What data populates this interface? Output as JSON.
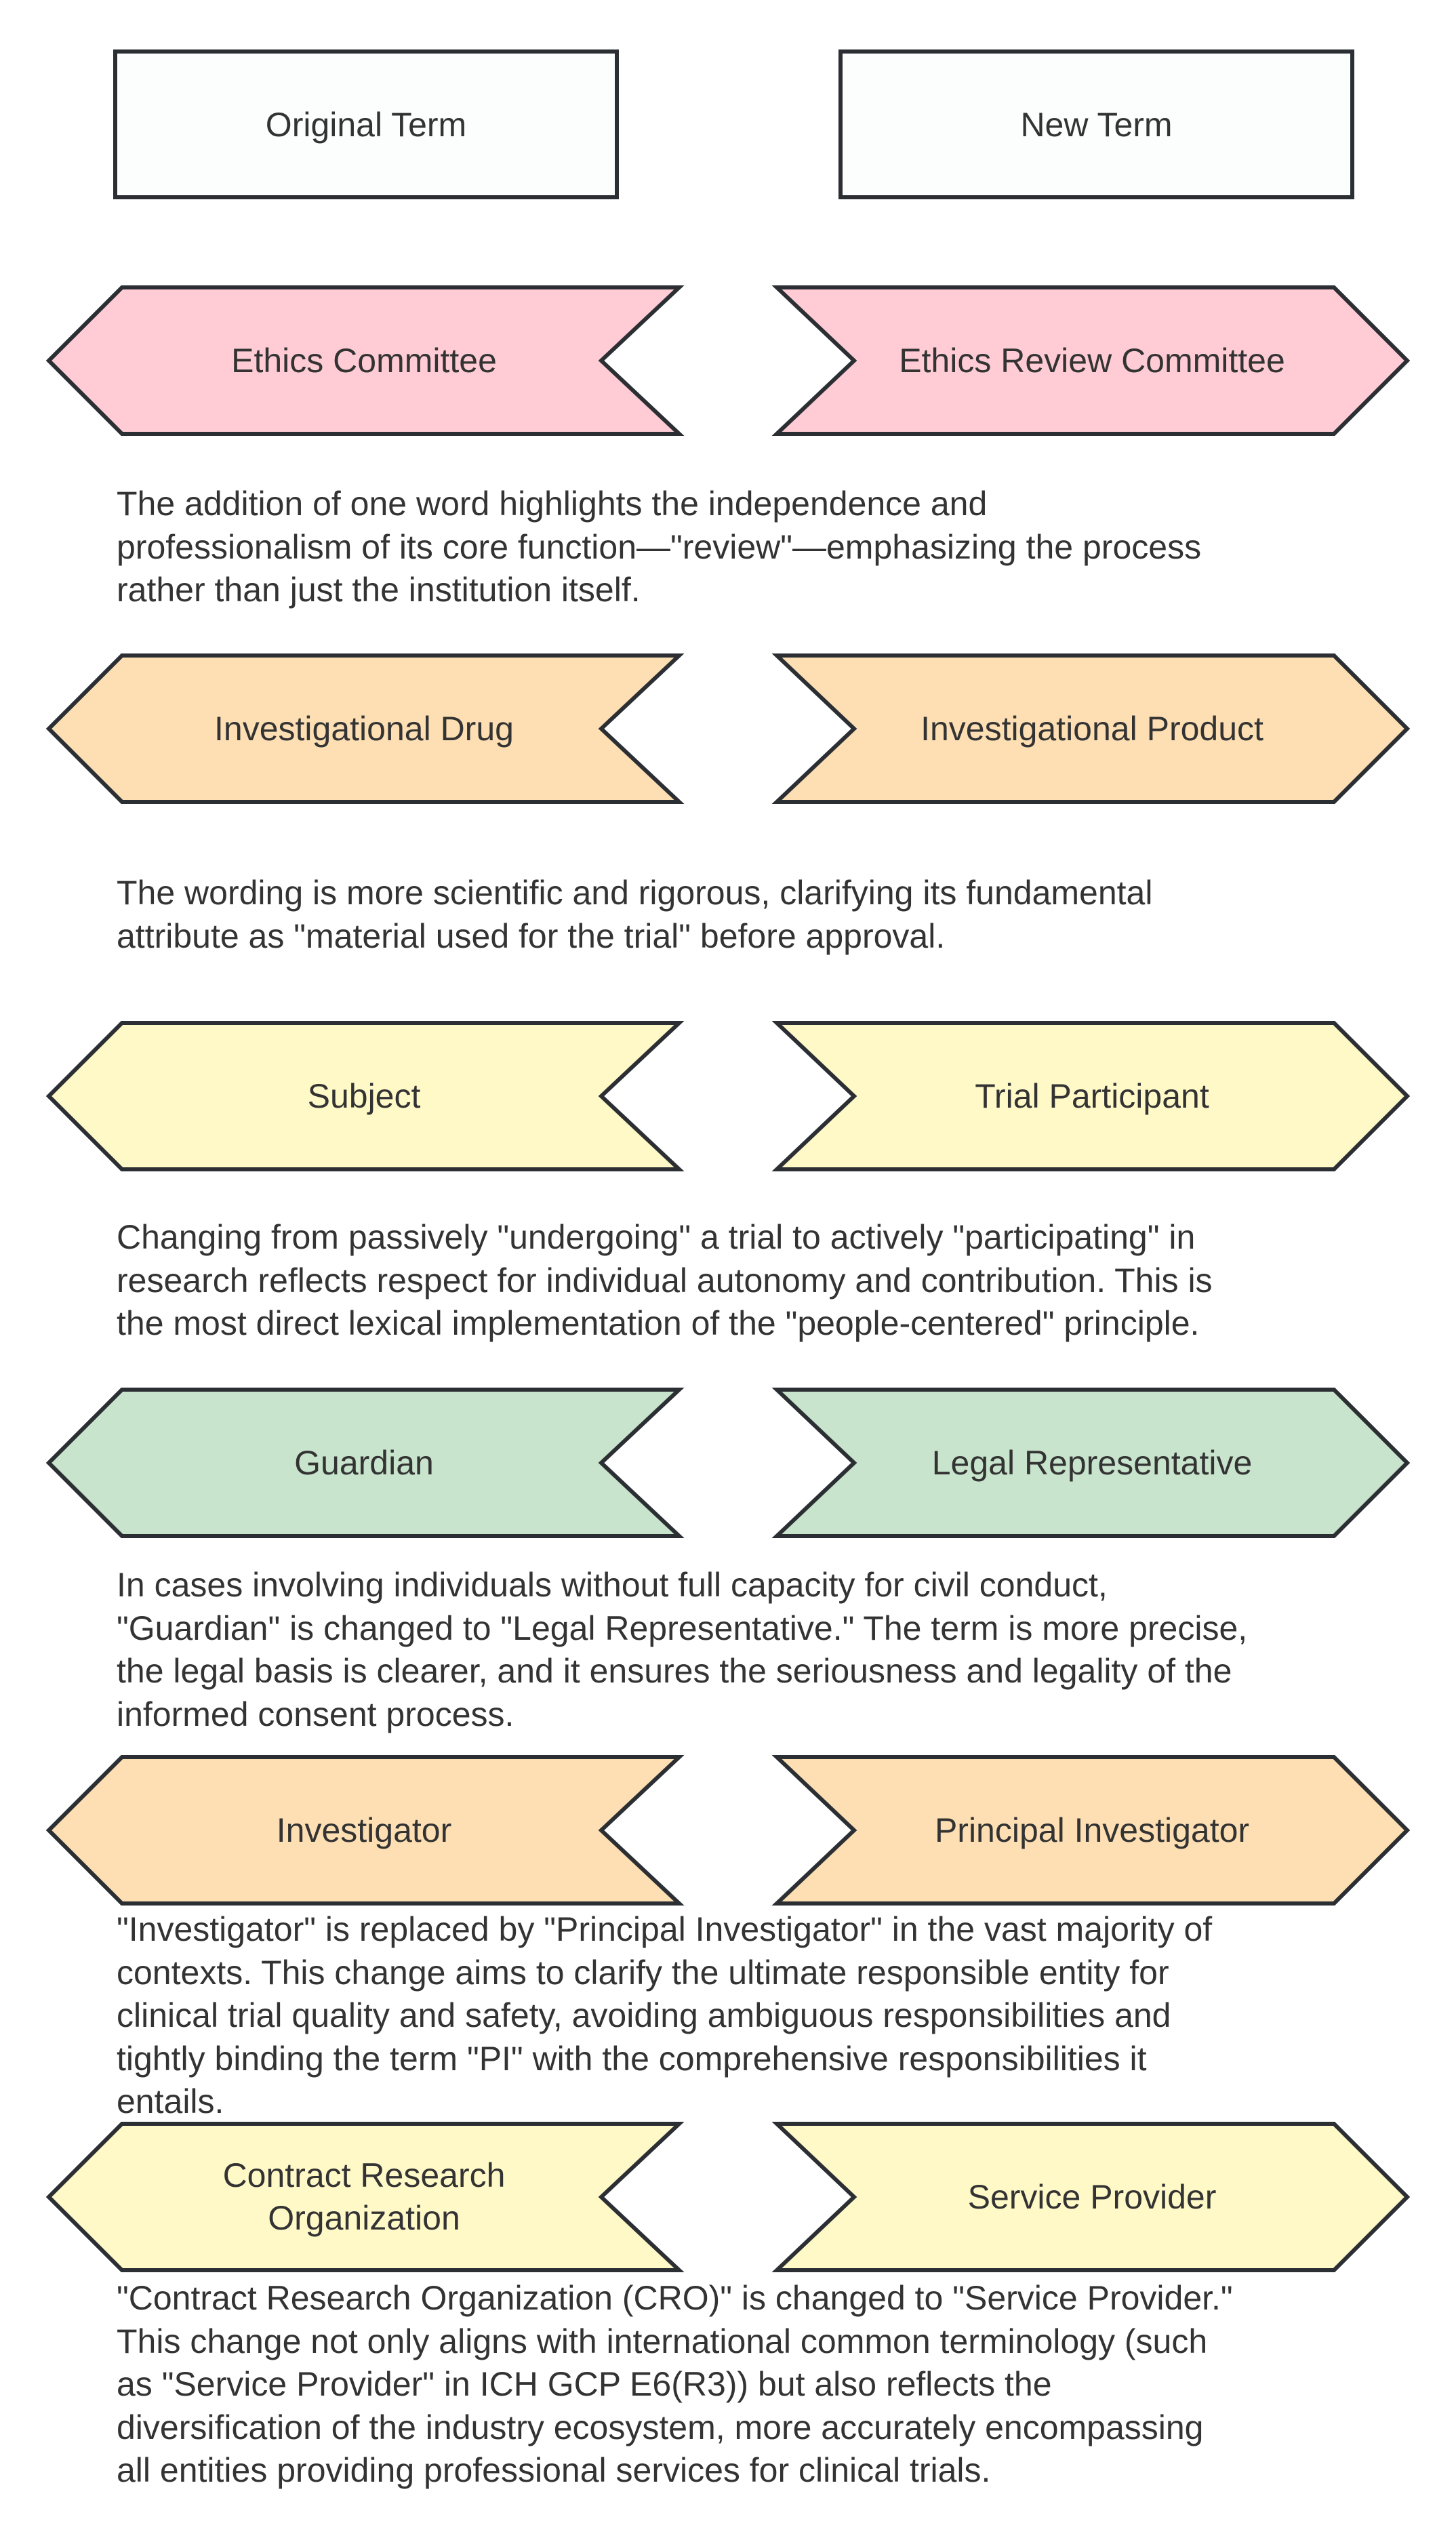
{
  "header": {
    "original_label": "Original Term",
    "new_label": "New Term"
  },
  "colors": {
    "stroke": "#2b2f33",
    "text": "#333333",
    "pink": "#ffccd5",
    "peach": "#fddfb3",
    "yellow": "#fff9c8",
    "green": "#c8e4cc"
  },
  "rows": [
    {
      "original": "Ethics Committee",
      "new": "Ethics Review Committee",
      "color": "#ffccd5",
      "description_lines": [
        "The addition of one word highlights the independence and",
        "professionalism of its core function—\"review\"—emphasizing the process",
        "rather than just the institution itself."
      ]
    },
    {
      "original": "Investigational Drug",
      "new": "Investigational Product",
      "color": "#fddfb3",
      "description_lines": [
        "The wording is more scientific and rigorous, clarifying its fundamental",
        "attribute as \"material used for the trial\" before approval."
      ]
    },
    {
      "original": "Subject",
      "new": "Trial Participant",
      "color": "#fff9c8",
      "description_lines": [
        "Changing from passively \"undergoing\" a trial to actively \"participating\" in",
        "research reflects respect for individual autonomy and contribution. This is",
        "the most direct lexical implementation of the \"people-centered\" principle."
      ]
    },
    {
      "original": "Guardian",
      "new": "Legal Representative",
      "color": "#c8e4cc",
      "description_lines": [
        "In cases involving individuals without full capacity for civil conduct,",
        "\"Guardian\" is changed to \"Legal Representative.\" The term is more precise,",
        "the legal basis is clearer, and it ensures the seriousness and legality of the",
        "informed consent process."
      ]
    },
    {
      "original": "Investigator",
      "new": "Principal Investigator",
      "color": "#fddfb3",
      "description_lines": [
        "\"Investigator\" is replaced by \"Principal Investigator\" in the vast majority of",
        "contexts. This change aims to clarify the ultimate responsible entity for",
        "clinical trial quality and safety, avoiding ambiguous responsibilities and",
        "tightly binding the term \"PI\" with the comprehensive responsibilities it",
        "entails."
      ]
    },
    {
      "original_lines": [
        "Contract Research",
        "Organization"
      ],
      "original": "Contract Research Organization",
      "new": "Service Provider",
      "color": "#fff9c8",
      "description_lines": [
        "\"Contract Research Organization (CRO)\" is changed to \"Service Provider.\"",
        "This change not only aligns with international common terminology (such",
        "as \"Service Provider\" in ICH GCP E6(R3)) but also reflects the",
        "diversification of the industry ecosystem, more accurately encompassing",
        "all entities providing professional services for clinical trials."
      ]
    }
  ]
}
